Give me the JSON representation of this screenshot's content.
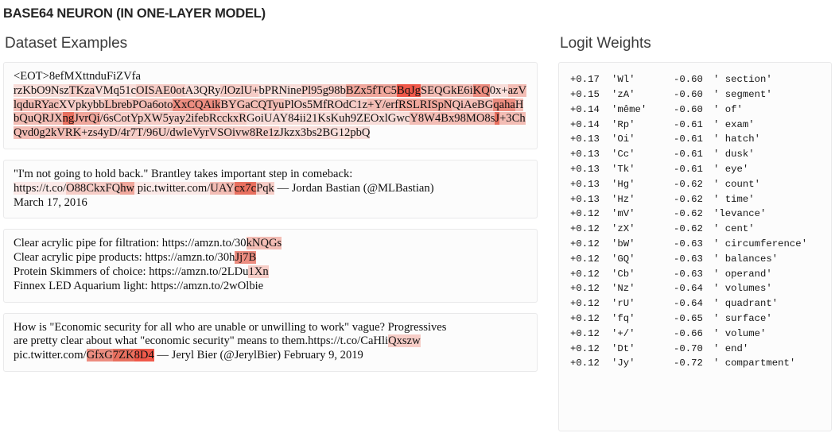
{
  "page": {
    "title": "BASE64 NEURON (IN ONE-LAYER MODEL)"
  },
  "dataset_panel": {
    "heading": "Dataset Examples",
    "examples": [
      {
        "id": "example-base64",
        "wrap": "break",
        "segments": [
          {
            "t": "<EOT>8efMXttnduFiZVfa\n",
            "h": 0
          },
          {
            "t": "rzKbO9Nsz",
            "h": 2
          },
          {
            "t": "TKza",
            "h": 3
          },
          {
            "t": "VMq51c",
            "h": 2
          },
          {
            "t": "OISAE0ot",
            "h": 3
          },
          {
            "t": "A3QRy",
            "h": 2
          },
          {
            "t": "/lOzlU+",
            "h": 3
          },
          {
            "t": "bPRNine",
            "h": 2
          },
          {
            "t": "Pl95g98b",
            "h": 3
          },
          {
            "t": "BZx5fTC5",
            "h": 5
          },
          {
            "t": "BqJg",
            "h": 8
          },
          {
            "t": "SEQGkE6i",
            "h": 4
          },
          {
            "t": "KQ",
            "h": 6
          },
          {
            "t": "0x+",
            "h": 2
          },
          {
            "t": "azVlqduRYac",
            "h": 4
          },
          {
            "t": "XVpkybb",
            "h": 3
          },
          {
            "t": "LbrebPOa6oto",
            "h": 4
          },
          {
            "t": "XxCQAik",
            "h": 6
          },
          {
            "t": "BYGaCQTyu",
            "h": 4
          },
          {
            "t": "PlOs5MfROdC1z",
            "h": 3
          },
          {
            "t": "+Y/erf",
            "h": 4
          },
          {
            "t": "RSLRISpN",
            "h": 5
          },
          {
            "t": "QiAeBG",
            "h": 4
          },
          {
            "t": "qaha",
            "h": 6
          },
          {
            "t": "HbQuQRJX",
            "h": 4
          },
          {
            "t": "ng",
            "h": 7
          },
          {
            "t": "JvrQi",
            "h": 5
          },
          {
            "t": "/6sCotYpXW5yay2ifebRcckxR",
            "h": 3
          },
          {
            "t": "GoiUAY84ii21KsKuh9ZEOxlGwc",
            "h": 2
          },
          {
            "t": "Y8W4Bx98MO8s",
            "h": 4
          },
          {
            "t": "J",
            "h": 7
          },
          {
            "t": "+3ChQvd0g2kVRK",
            "h": 4
          },
          {
            "t": "+zs4yD/4r7T/96U/dwleVyrVSOivw8Re1z",
            "h": 3
          },
          {
            "t": "Jkzx3bs2BG12pbQ",
            "h": 2
          }
        ]
      },
      {
        "id": "example-brantley",
        "wrap": "normal",
        "segments": [
          {
            "t": "\"I'm not going to hold back.\" Brantley takes important step in comeback:\n",
            "h": 0
          },
          {
            "t": "https://t.co/",
            "h": 1
          },
          {
            "t": "O88CkxFQ",
            "h": 3
          },
          {
            "t": "hw",
            "h": 5
          },
          {
            "t": " pic.twitter.com/",
            "h": 1
          },
          {
            "t": "UAY",
            "h": 4
          },
          {
            "t": "cx7c",
            "h": 7
          },
          {
            "t": "Pqk",
            "h": 3
          },
          {
            "t": " — Jordan Bastian (@MLBastian)\nMarch 17, 2016",
            "h": 0
          }
        ]
      },
      {
        "id": "example-aquarium",
        "wrap": "normal",
        "segments": [
          {
            "t": "Clear acrylic pipe for filtration: https://amzn.to/30",
            "h": 0
          },
          {
            "t": "kNQGs",
            "h": 4
          },
          {
            "t": "\nClear acrylic pipe products: https://amzn.to/30h",
            "h": 0
          },
          {
            "t": "Jj7B",
            "h": 6
          },
          {
            "t": "\nProtein Skimmers of choice: https://amzn.to/2LDu",
            "h": 0
          },
          {
            "t": "1Xn",
            "h": 3
          },
          {
            "t": "\nFinnex LED Aquarium light: https://amzn.to/2wOlbie",
            "h": 0
          }
        ]
      },
      {
        "id": "example-economic",
        "wrap": "normal",
        "segments": [
          {
            "t": "How is \"Economic security for all who are unable or unwilling to work\" vague? Progressives\nare pretty clear about what \"economic security\" means to them.https://t.co/CaHli",
            "h": 0
          },
          {
            "t": "Qxszw",
            "h": 3
          },
          {
            "t": "\npic.twitter.com/",
            "h": 0
          },
          {
            "t": "GfxG",
            "h": 6
          },
          {
            "t": "7ZK",
            "h": 7
          },
          {
            "t": "8D4",
            "h": 8
          },
          {
            "t": " — Jeryl Bier (@JerylBier) February 9, 2019",
            "h": 0
          }
        ]
      }
    ]
  },
  "logit_panel": {
    "heading": "Logit Weights",
    "rows": [
      {
        "pos_value": "+0.17",
        "pos_token": "'Wl'",
        "neg_value": "-0.60",
        "neg_token": "' section'"
      },
      {
        "pos_value": "+0.15",
        "pos_token": "'zA'",
        "neg_value": "-0.60",
        "neg_token": "' segment'"
      },
      {
        "pos_value": "+0.14",
        "pos_token": "'même'",
        "neg_value": "-0.60",
        "neg_token": "' of'"
      },
      {
        "pos_value": "+0.14",
        "pos_token": "'Rp'",
        "neg_value": "-0.61",
        "neg_token": "' exam'"
      },
      {
        "pos_value": "+0.13",
        "pos_token": "'Oi'",
        "neg_value": "-0.61",
        "neg_token": "' hatch'"
      },
      {
        "pos_value": "+0.13",
        "pos_token": "'Cc'",
        "neg_value": "-0.61",
        "neg_token": "' dusk'"
      },
      {
        "pos_value": "+0.13",
        "pos_token": "'Tk'",
        "neg_value": "-0.61",
        "neg_token": "' eye'"
      },
      {
        "pos_value": "+0.13",
        "pos_token": "'Hg'",
        "neg_value": "-0.62",
        "neg_token": "' count'"
      },
      {
        "pos_value": "+0.13",
        "pos_token": "'Hz'",
        "neg_value": "-0.62",
        "neg_token": "' time'"
      },
      {
        "pos_value": "+0.12",
        "pos_token": "'mV'",
        "neg_value": "-0.62",
        "neg_token": "'levance'"
      },
      {
        "pos_value": "+0.12",
        "pos_token": "'zX'",
        "neg_value": "-0.62",
        "neg_token": "' cent'"
      },
      {
        "pos_value": "+0.12",
        "pos_token": "'bW'",
        "neg_value": "-0.63",
        "neg_token": "' circumference'"
      },
      {
        "pos_value": "+0.12",
        "pos_token": "'GQ'",
        "neg_value": "-0.63",
        "neg_token": "' balances'"
      },
      {
        "pos_value": "+0.12",
        "pos_token": "'Cb'",
        "neg_value": "-0.63",
        "neg_token": "' operand'"
      },
      {
        "pos_value": "+0.12",
        "pos_token": "'Nz'",
        "neg_value": "-0.64",
        "neg_token": "' volumes'"
      },
      {
        "pos_value": "+0.12",
        "pos_token": "'rU'",
        "neg_value": "-0.64",
        "neg_token": "' quadrant'"
      },
      {
        "pos_value": "+0.12",
        "pos_token": "'fq'",
        "neg_value": "-0.65",
        "neg_token": "' surface'"
      },
      {
        "pos_value": "+0.12",
        "pos_token": "'+/'",
        "neg_value": "-0.66",
        "neg_token": "' volume'"
      },
      {
        "pos_value": "+0.12",
        "pos_token": "'Dt'",
        "neg_value": "-0.70",
        "neg_token": "' end'"
      },
      {
        "pos_value": "+0.12",
        "pos_token": "'Jy'",
        "neg_value": "-0.72",
        "neg_token": "' compartment'"
      }
    ]
  },
  "colors": {
    "highlight_max": "#f0594a",
    "highlight_min": "#fbe9e7",
    "card_border": "#e9e9ea",
    "card_background": "#fcfcfc"
  }
}
